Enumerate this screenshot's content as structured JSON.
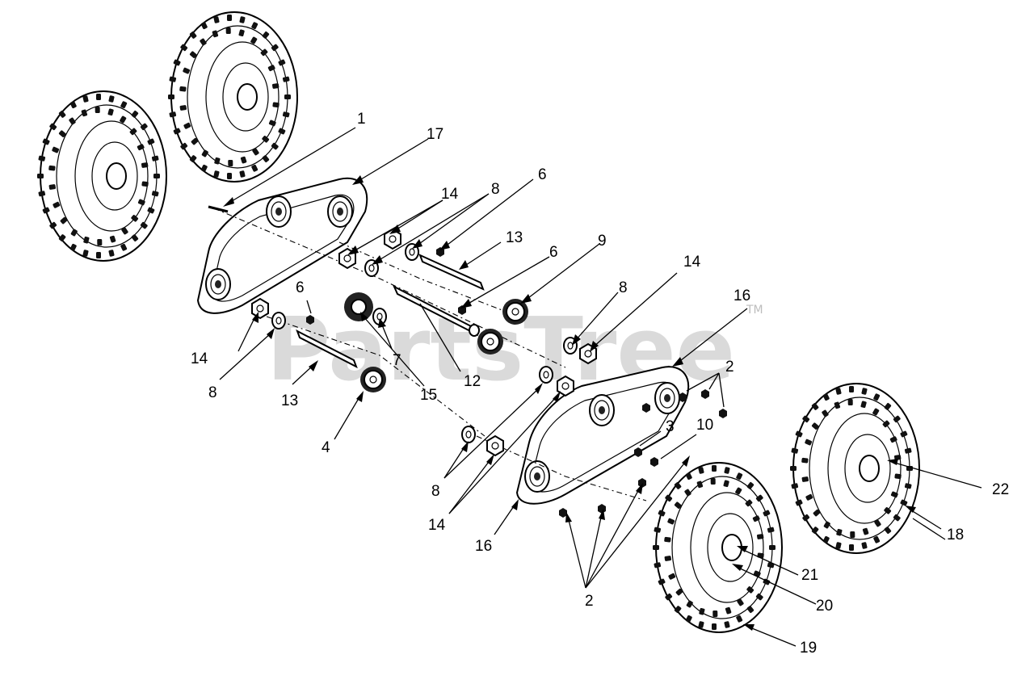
{
  "watermark": {
    "brand": "PartsTree",
    "tm": "TM"
  },
  "callouts": [
    {
      "id": "c1",
      "label": "1"
    },
    {
      "id": "c17",
      "label": "17"
    },
    {
      "id": "c14a",
      "label": "14"
    },
    {
      "id": "c8a",
      "label": "8"
    },
    {
      "id": "c6a",
      "label": "6"
    },
    {
      "id": "c13a",
      "label": "13"
    },
    {
      "id": "c6b",
      "label": "6"
    },
    {
      "id": "c9",
      "label": "9"
    },
    {
      "id": "c14b",
      "label": "14"
    },
    {
      "id": "c6c",
      "label": "6"
    },
    {
      "id": "c8b",
      "label": "8"
    },
    {
      "id": "c16a",
      "label": "16"
    },
    {
      "id": "c14c",
      "label": "14"
    },
    {
      "id": "c7",
      "label": "7"
    },
    {
      "id": "c12",
      "label": "12"
    },
    {
      "id": "c2a",
      "label": "2"
    },
    {
      "id": "c8c",
      "label": "8"
    },
    {
      "id": "c13b",
      "label": "13"
    },
    {
      "id": "c15",
      "label": "15"
    },
    {
      "id": "c3",
      "label": "3"
    },
    {
      "id": "c10",
      "label": "10"
    },
    {
      "id": "c4",
      "label": "4"
    },
    {
      "id": "c8d",
      "label": "8"
    },
    {
      "id": "c22",
      "label": "22"
    },
    {
      "id": "c14d",
      "label": "14"
    },
    {
      "id": "c16b",
      "label": "16"
    },
    {
      "id": "c18",
      "label": "18"
    },
    {
      "id": "c21",
      "label": "21"
    },
    {
      "id": "c2b",
      "label": "2"
    },
    {
      "id": "c20",
      "label": "20"
    },
    {
      "id": "c19",
      "label": "19"
    }
  ]
}
